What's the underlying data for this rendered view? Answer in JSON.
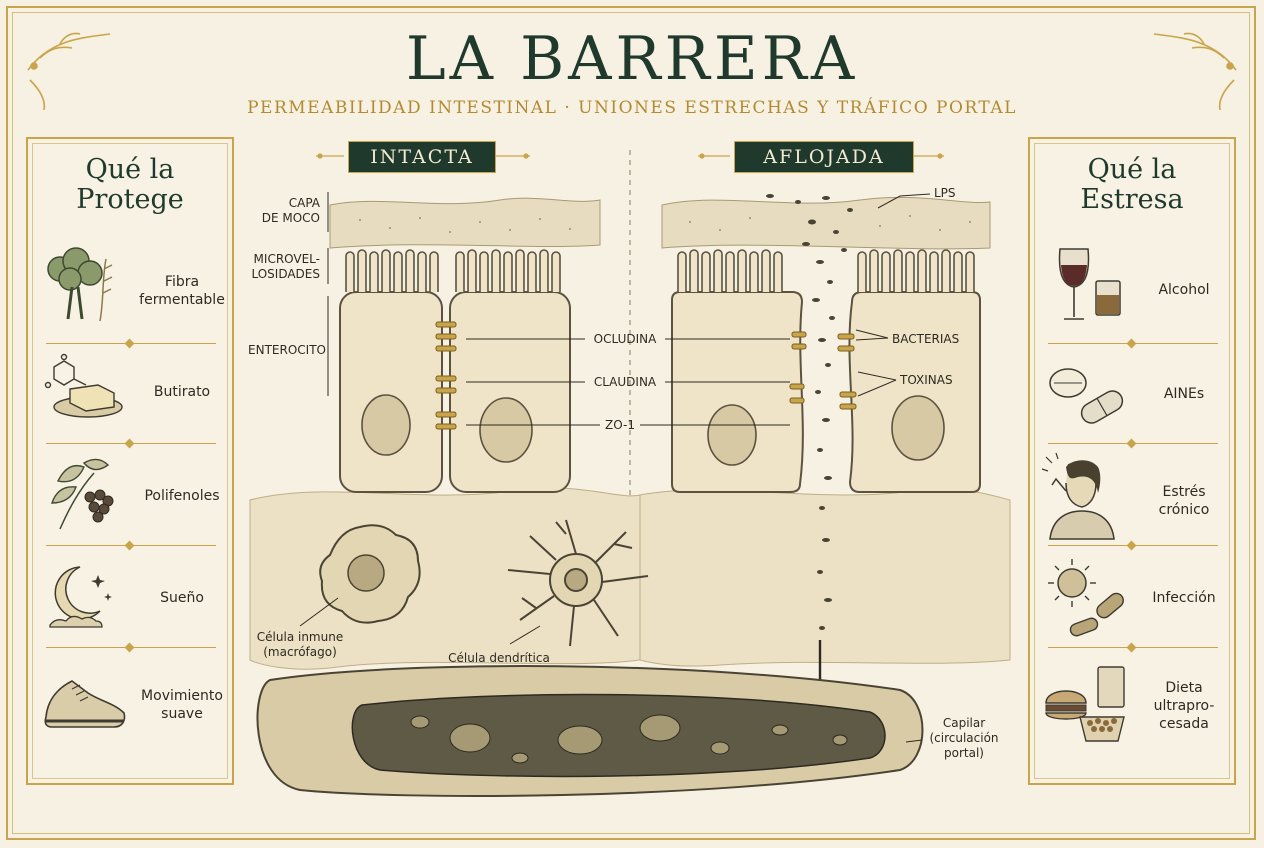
{
  "title": "LA BARRERA",
  "subtitle": "PERMEABILIDAD INTESTINAL · UNIONES ESTRECHAS Y TRÁFICO PORTAL",
  "left_panel": {
    "title_line1": "Qué la",
    "title_line2": "Protege",
    "items": [
      {
        "label1": "Fibra",
        "label2": "fermentable",
        "icon": "broccoli-icon"
      },
      {
        "label1": "Butirato",
        "label2": "",
        "icon": "butter-molecule-icon"
      },
      {
        "label1": "Polifenoles",
        "label2": "",
        "icon": "berries-leaves-icon"
      },
      {
        "label1": "Sueño",
        "label2": "",
        "icon": "moon-stars-icon"
      },
      {
        "label1": "Movimiento",
        "label2": "suave",
        "icon": "sneaker-icon"
      }
    ]
  },
  "right_panel": {
    "title_line1": "Qué la",
    "title_line2": "Estresa",
    "items": [
      {
        "label1": "Alcohol",
        "label2": "",
        "icon": "wine-glass-icon"
      },
      {
        "label1": "AINEs",
        "label2": "",
        "icon": "pills-icon"
      },
      {
        "label1": "Estrés",
        "label2": "crónico",
        "icon": "stressed-person-icon"
      },
      {
        "label1": "Infección",
        "label2": "",
        "icon": "virus-bacteria-icon"
      },
      {
        "label1": "Dieta",
        "label2": "ultrapro-",
        "label3": "cesada",
        "icon": "junk-food-icon"
      }
    ]
  },
  "diagram": {
    "intact_label": "INTACTA",
    "loosened_label": "AFLOJADA",
    "mucus_label1": "CAPA",
    "mucus_label2": "DE MOCO",
    "microvilli_label1": "MICROVEL-",
    "microvilli_label2": "LOSIDADES",
    "enterocyte_label": "ENTEROCITO",
    "occludin_label": "OCLUDINA",
    "claudin_label": "CLAUDINA",
    "zo1_label": "ZO-1",
    "lps_label": "LPS",
    "bacteria_label": "BACTERIAS",
    "toxins_label": "TOXINAS",
    "macrophage_label1": "Célula inmune",
    "macrophage_label2": "(macrófago)",
    "dendritic_label": "Célula dendrítica",
    "capillary_label1": "Capilar",
    "capillary_label2": "(circulación",
    "capillary_label3": "portal)"
  },
  "colors": {
    "dark_green": "#1f3a2c",
    "gold": "#c9a44a",
    "parchment": "#f7f1e3",
    "ink": "#2e2a22"
  }
}
